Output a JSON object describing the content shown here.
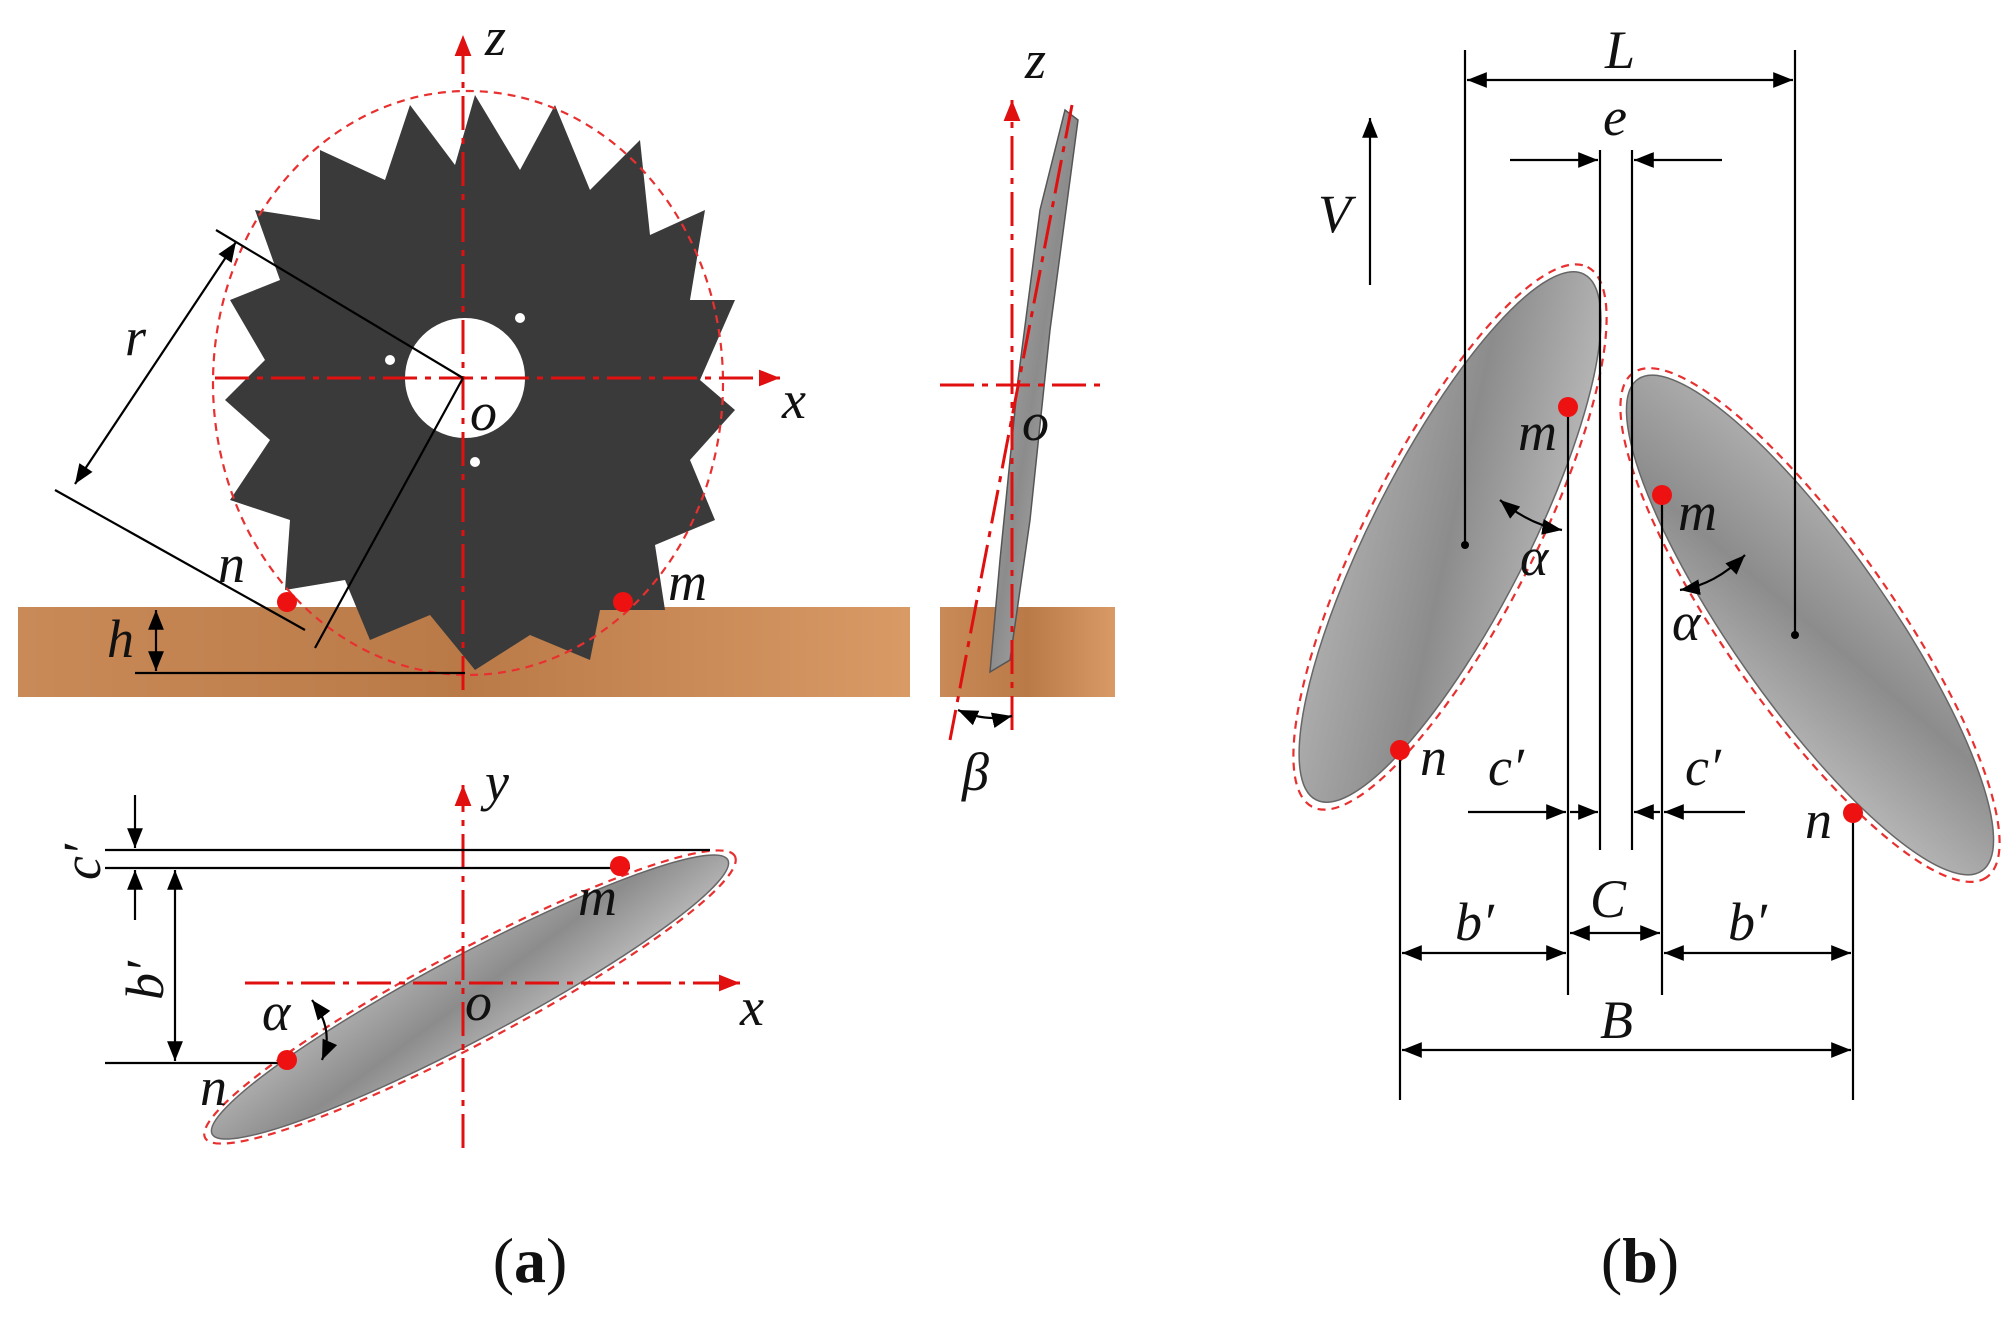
{
  "panels": [
    {
      "id": "a",
      "caption_letter": "a"
    },
    {
      "id": "b",
      "caption_letter": "b"
    }
  ],
  "labels": {
    "z_front": "z",
    "x_front": "x",
    "o_front": "o",
    "r": "r",
    "n_front": "n",
    "m_front": "m",
    "h": "h",
    "z_side": "z",
    "o_side": "o",
    "beta": "β",
    "y_top": "y",
    "x_top": "x",
    "o_top": "o",
    "m_top": "m",
    "n_top": "n",
    "c_prime_top": "c′",
    "b_prime_top": "b′",
    "alpha_top": "α",
    "L": "L",
    "e": "e",
    "V": "V",
    "m_left": "m",
    "m_right": "m",
    "alpha_left": "α",
    "alpha_right": "α",
    "n_left": "n",
    "n_right": "n",
    "c_prime_left": "c′",
    "c_prime_right": "c′",
    "b_prime_left": "b′",
    "b_prime_right": "b′",
    "C": "C",
    "B": "B"
  },
  "colors": {
    "axis": "#e01010",
    "soil": "#d99a66",
    "disc_dark": "#3a3a3a",
    "disc_gray": "#9a9a9a",
    "point": "#ee1111"
  }
}
